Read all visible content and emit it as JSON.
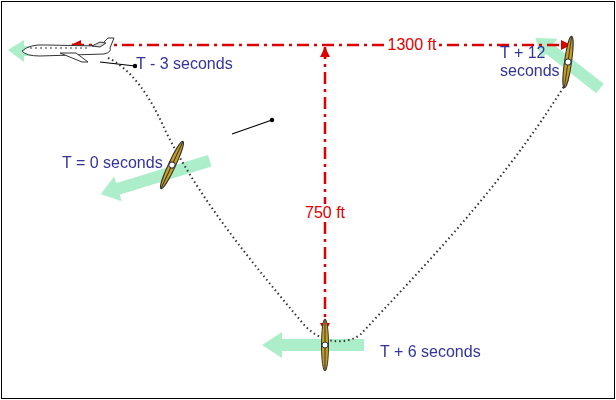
{
  "diagram": {
    "labels": [
      "1300 ft",
      "T - 3 seconds",
      "T + 12 seconds",
      "T = 0 seconds",
      "750 ft",
      "T + 6 seconds"
    ]
  }
}
